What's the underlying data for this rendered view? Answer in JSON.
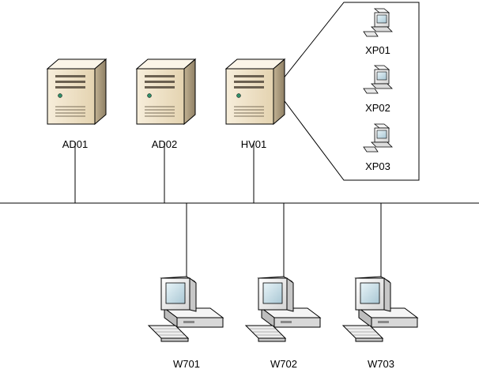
{
  "servers": [
    {
      "id": "ad01",
      "label": "AD01"
    },
    {
      "id": "ad02",
      "label": "AD02"
    },
    {
      "id": "hv01",
      "label": "HV01"
    }
  ],
  "virtual_machines": [
    {
      "id": "xp01",
      "label": "XP01"
    },
    {
      "id": "xp02",
      "label": "XP02"
    },
    {
      "id": "xp03",
      "label": "XP03"
    }
  ],
  "workstations": [
    {
      "id": "w701",
      "label": "W701"
    },
    {
      "id": "w702",
      "label": "W702"
    },
    {
      "id": "w703",
      "label": "W703"
    }
  ],
  "icons": {
    "server": "server-tower-icon",
    "virtual_machine": "small-pc-icon",
    "workstation": "desktop-pc-icon"
  },
  "colors": {
    "server_front": "#efe2c6",
    "server_side": "#a89a7e",
    "pc_body": "#e9e9e9",
    "screen": "#cfe4ee",
    "line": "#000000"
  }
}
